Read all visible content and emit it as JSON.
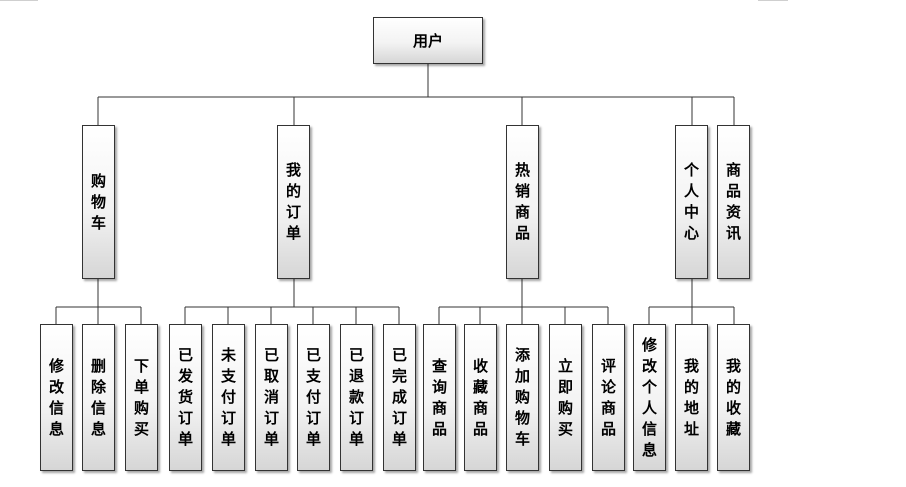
{
  "root": {
    "label": "用户"
  },
  "categories": [
    {
      "label": "购物车",
      "children": [
        "修改信息",
        "删除信息",
        "下单购买"
      ]
    },
    {
      "label": "我的订单",
      "children": [
        "已发货订单",
        "未支付订单",
        "已取消订单",
        "已支付订单",
        "已退款订单",
        "已完成订单"
      ]
    },
    {
      "label": "热销商品",
      "children": [
        "查询商品",
        "收藏商品",
        "添加购物车",
        "立即购买",
        "评论商品"
      ]
    },
    {
      "label": "个人中心",
      "children": [
        "修改个人信息",
        "我的地址",
        "我的收藏"
      ]
    },
    {
      "label": "商品资讯",
      "children": []
    }
  ],
  "colors": {
    "line": "#333333",
    "box_border": "#333333",
    "text": "#000000"
  }
}
